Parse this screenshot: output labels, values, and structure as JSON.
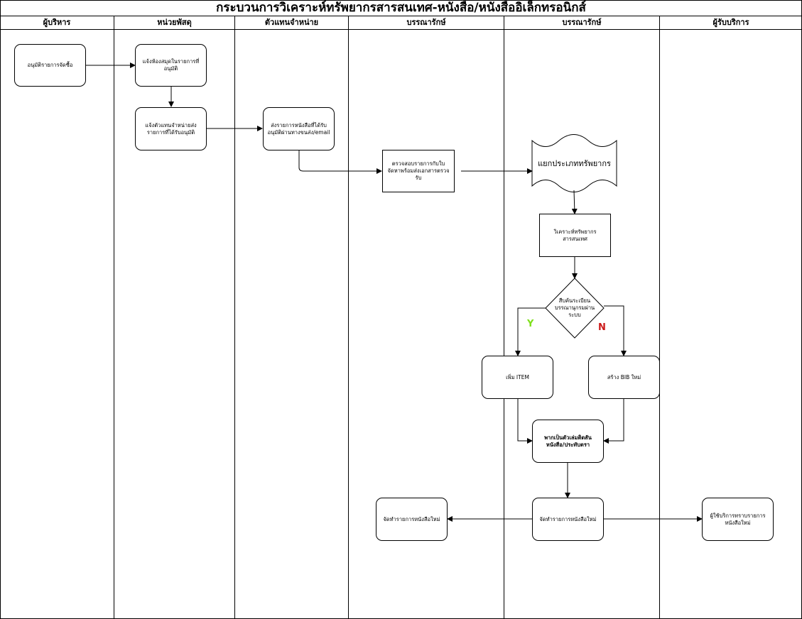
{
  "title": "กระบวนการวิเคราะห์ทรัพยากรสารสนเทศ-หนังสือ/หนังสืออิเล็กทรอนิกส์",
  "lanes": [
    "ผู้บริหาร",
    "หน่วยพัสดุ",
    "ตัวแทนจำหน่าย",
    "บรรณารักษ์",
    "บรรณารักษ์",
    "ผู้รับบริการ"
  ],
  "nodes": {
    "approve": "อนุมัติรายการจัดซื้อ",
    "notify_library": "แจ้งห้องสมุดในรายการที่อนุมัติ",
    "notify_vendor": "แจ้งตัวแทนจำหน่ายส่งรายการที่ได้รับอนุมัติ",
    "vendor_send": "ส่งรายการหนังสือที่ได้รับอนุมัติผ่านทางขนส่ง/email",
    "check_list": "ตรวจสอบรายการกับใบจัดหาพร้อมส่งเอกสารตรวจรับ",
    "classify": "แยกประเภททรัพยากร",
    "analyze": "วิเคราะห์ทรัพยากรสารสนเทศ",
    "search_catalog": "สืบค้นระเบียนบรรณานุกรมผ่านระบบ",
    "add_item": "เพิ่ม ITEM",
    "create_bib": "สร้าง BIB ใหม่",
    "label": "พากเป็นตัวเล่มติดสันหนังสือ/ประทับตรา",
    "new_list_center": "จัดทำรายการหนังสือใหม่",
    "new_list_left": "จัดทำรายการหนังสือใหม่",
    "user_notify": "ผู้ใช้บริการทราบรายการหนังสือใหม่"
  },
  "decision_labels": {
    "yes": "Y",
    "no": "N"
  },
  "colors": {
    "yes": "#7ee01b",
    "no": "#cc1a1a",
    "line": "#000000"
  }
}
